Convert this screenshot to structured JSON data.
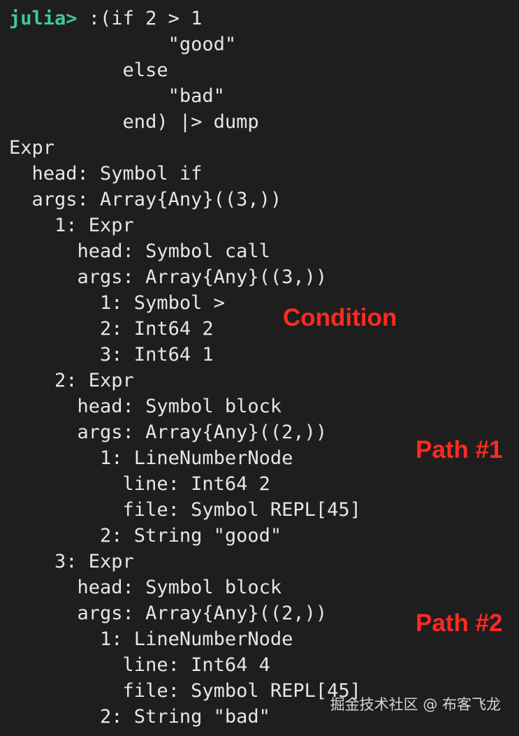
{
  "terminal": {
    "prompt": "julia>",
    "command_first": " :(if 2 > 1",
    "lines": [
      "              \"good\"",
      "          else",
      "              \"bad\"",
      "          end) |> dump",
      "Expr",
      "  head: Symbol if",
      "  args: Array{Any}((3,))",
      "    1: Expr",
      "      head: Symbol call",
      "      args: Array{Any}((3,))",
      "        1: Symbol >",
      "        2: Int64 2",
      "        3: Int64 1",
      "    2: Expr",
      "      head: Symbol block",
      "      args: Array{Any}((2,))",
      "        1: LineNumberNode",
      "          line: Int64 2",
      "          file: Symbol REPL[45]",
      "        2: String \"good\"",
      "    3: Expr",
      "      head: Symbol block",
      "      args: Array{Any}((2,))",
      "        1: LineNumberNode",
      "          line: Int64 4",
      "          file: Symbol REPL[45]",
      "        2: String \"bad\""
    ]
  },
  "annotations": {
    "condition": "Condition",
    "path1": "Path #1",
    "path2": "Path #2"
  },
  "watermark": "掘金技术社区 @ 布客飞龙",
  "colors": {
    "background": "#1e1e1e",
    "text": "#e6e6e6",
    "prompt": "#3fc9a0",
    "annotation": "#ff2a22"
  }
}
